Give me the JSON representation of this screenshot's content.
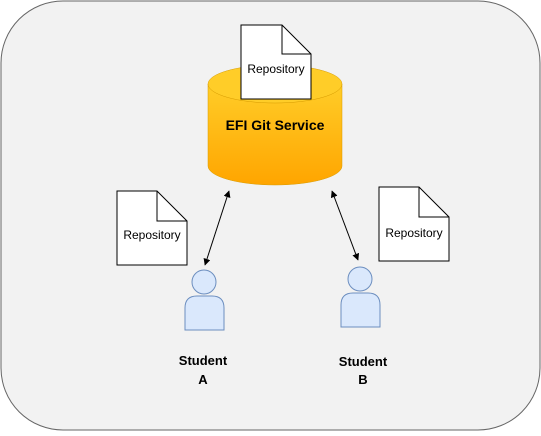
{
  "service": {
    "label": "EFI Git Service"
  },
  "documents": [
    {
      "label": "Repository"
    },
    {
      "label": "Repository"
    },
    {
      "label": "Repository"
    }
  ],
  "students": [
    {
      "line1": "Student",
      "line2": "A"
    },
    {
      "line1": "Student",
      "line2": "B"
    }
  ],
  "colors": {
    "panel_fill": "#f2f2f2",
    "panel_stroke": "#666666",
    "cylinder_top": "#ffcd28",
    "cylinder_body_light": "#ffcd28",
    "cylinder_body_dark": "#ffa500",
    "person_fill": "#dae8fc",
    "person_stroke": "#6c8ebf",
    "line": "#000000"
  }
}
